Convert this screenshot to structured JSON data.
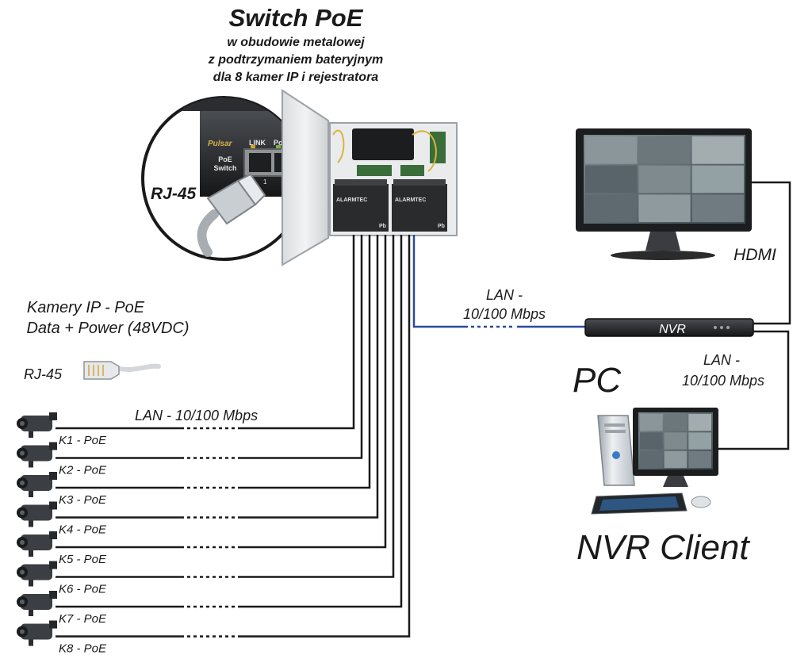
{
  "title": {
    "main": "Switch PoE",
    "line1": "w obudowie metalowej",
    "line2": "z podtrzymaniem bateryjnym",
    "line3": "dla 8 kamer IP i rejestratora"
  },
  "inset": {
    "brand": "Pulsar",
    "port_link": "LINK",
    "port_poe": "PoE",
    "device_line1": "PoE",
    "device_line2": "Switch",
    "port_number": "1",
    "rj45_label": "RJ-45"
  },
  "enclosure": {
    "battery_brand": "ALARMTEC",
    "battery_mark": "Pb"
  },
  "cameras": {
    "header_line1": "Kamery IP - PoE",
    "header_line2": "Data + Power (48VDC)",
    "rj45_label": "RJ-45",
    "lan_label": "LAN - 10/100 Mbps",
    "list": [
      {
        "label": "K1 - PoE"
      },
      {
        "label": "K2 - PoE"
      },
      {
        "label": "K3 - PoE"
      },
      {
        "label": "K4 - PoE"
      },
      {
        "label": "K5 - PoE"
      },
      {
        "label": "K6 - PoE"
      },
      {
        "label": "K7 - PoE"
      },
      {
        "label": "K8 - PoE"
      }
    ]
  },
  "links": {
    "switch_nvr_line1": "LAN -",
    "switch_nvr_line2": "10/100 Mbps",
    "nvr_pc_line1": "LAN -",
    "nvr_pc_line2": "10/100 Mbps",
    "hdmi": "HDMI"
  },
  "nvr": {
    "label": "NVR"
  },
  "pc": {
    "label": "PC"
  },
  "client": {
    "label": "NVR Client"
  },
  "colors": {
    "cable": "#1a1a1a",
    "lan_blue": "#2b4a9c",
    "enclosure": "#e9ebed",
    "dark_device": "#222426"
  }
}
